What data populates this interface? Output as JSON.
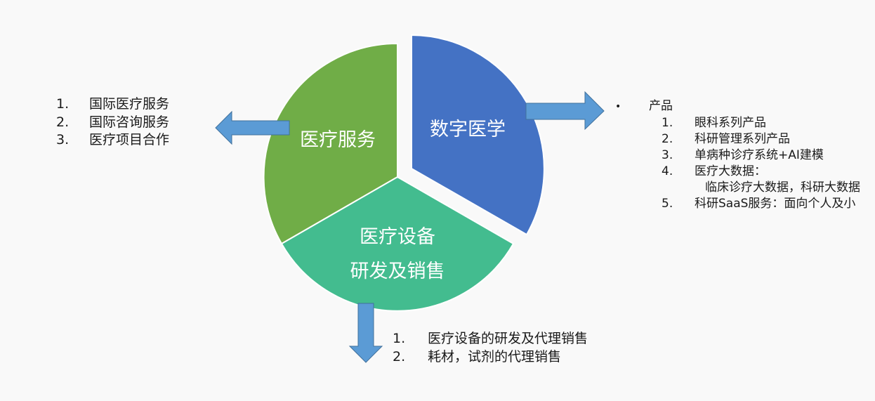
{
  "segments": {
    "digital": {
      "label": "数字医学",
      "color": "#4472C4"
    },
    "service": {
      "label": "医疗服务",
      "color": "#70AD47"
    },
    "equipment": {
      "label_line1": "医疗设备",
      "label_line2": "研发及销售",
      "color": "#43BC8F"
    }
  },
  "arrow_color": "#5B9BD5",
  "service_list": [
    {
      "num": "1.",
      "text": "国际医疗服务"
    },
    {
      "num": "2.",
      "text": "国际咨询服务"
    },
    {
      "num": "3.",
      "text": "医疗项目合作"
    }
  ],
  "equipment_list": [
    {
      "num": "1.",
      "text": "医疗设备的研发及代理销售"
    },
    {
      "num": "2.",
      "text": "耗材，试剂的代理销售"
    }
  ],
  "digital_list": {
    "bullet": "•",
    "heading": "产品",
    "items": [
      {
        "num": "1.",
        "text": "眼科系列产品"
      },
      {
        "num": "2.",
        "text": "科研管理系列产品"
      },
      {
        "num": "3.",
        "text": "单病种诊疗系统+AI建模"
      },
      {
        "num": "4.",
        "text": "医疗大数据："
      },
      {
        "num": "5.",
        "text": "科研SaaS服务：面向个人及小"
      }
    ],
    "item4_sub": "临床诊疗大数据，科研大数据"
  }
}
